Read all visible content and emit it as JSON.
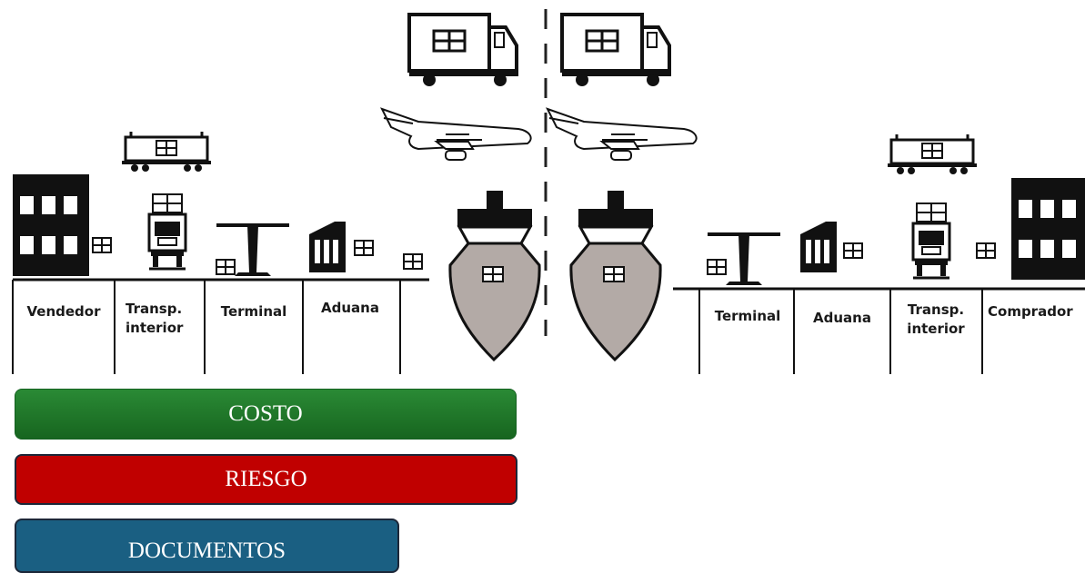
{
  "left_labels": {
    "seller": "Vendedor",
    "inland_transport": [
      "Transp.",
      "interior"
    ],
    "terminal": "Terminal",
    "customs": "Aduana"
  },
  "right_labels": {
    "terminal": "Terminal",
    "customs": "Aduana",
    "inland_transport": [
      "Transp.",
      "interior"
    ],
    "buyer": "Comprador"
  },
  "bars": {
    "cost": "COSTO",
    "risk": "RIESGO",
    "documents": "DOCUMENTOS"
  },
  "colors": {
    "cost": "#1f7a2a",
    "risk": "#c00000",
    "documents": "#1a5f82",
    "ship_hull": "#b3aaa6"
  },
  "icons": [
    "truck-icon",
    "airplane-icon",
    "train-wagon-icon",
    "ship-icon",
    "building-icon",
    "crane-icon",
    "warehouse-icon",
    "forklift-icon",
    "box-icon"
  ]
}
